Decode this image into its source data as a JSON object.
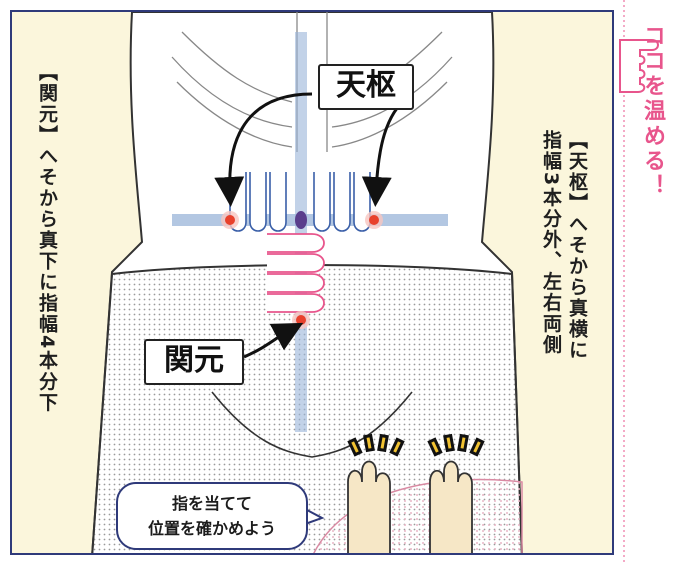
{
  "captions": {
    "left": "【関元】へそから真下に指幅4本分下",
    "right_line1": "【天枢】へそから真横に",
    "right_line2": "指幅3本分外、左右両側"
  },
  "labels": {
    "tensu": "天枢",
    "kangen": "関元"
  },
  "bubble": {
    "line1": "指を当てて",
    "line2": "位置を確かめよう"
  },
  "side_strip": {
    "text": "ココを温める！"
  },
  "colors": {
    "panel_border": "#2f3a7a",
    "panel_background": "#fbf6dc",
    "accent_pink": "#e8558c",
    "point_red": "#e8412c",
    "navel_purple": "#5a3e8c",
    "guide_blue": "#9ab4d8"
  }
}
